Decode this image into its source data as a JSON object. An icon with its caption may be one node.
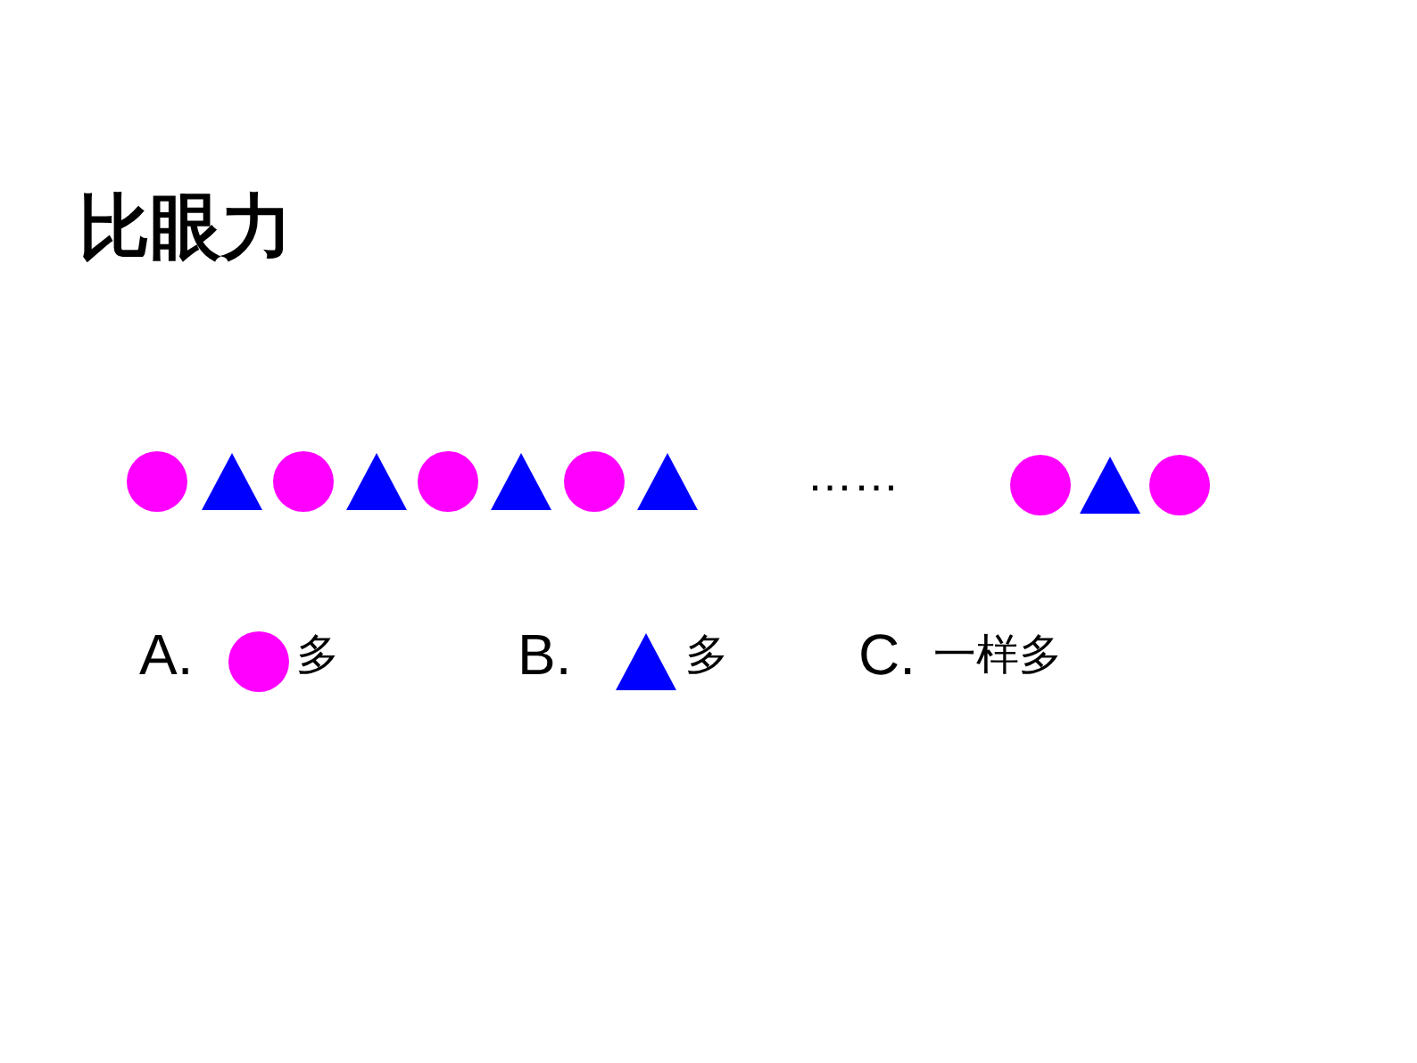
{
  "diagram": {
    "title": "比眼力",
    "nodes": [
      {
        "text": [],
        "shape": "circle"
      },
      {
        "text": [],
        "shape": "triangle"
      },
      {
        "text": [],
        "shape": "circle"
      },
      {
        "text": [],
        "shape": "triangle"
      },
      {
        "text": [],
        "shape": "circle"
      },
      {
        "text": [],
        "shape": "triangle"
      },
      {
        "text": [],
        "shape": "circle"
      },
      {
        "text": [],
        "shape": "triangle"
      },
      {
        "text": [],
        "shape": "circle"
      },
      {
        "text": [],
        "shape": "triangle"
      },
      {
        "text": [],
        "shape": "circle"
      },
      {
        "text": [],
        "shape": "circle"
      },
      {
        "text": [],
        "shape": "triangle"
      }
    ],
    "labels": [
      "……",
      "A.",
      "多",
      "B.",
      "多",
      "C.",
      "一样多"
    ]
  }
}
